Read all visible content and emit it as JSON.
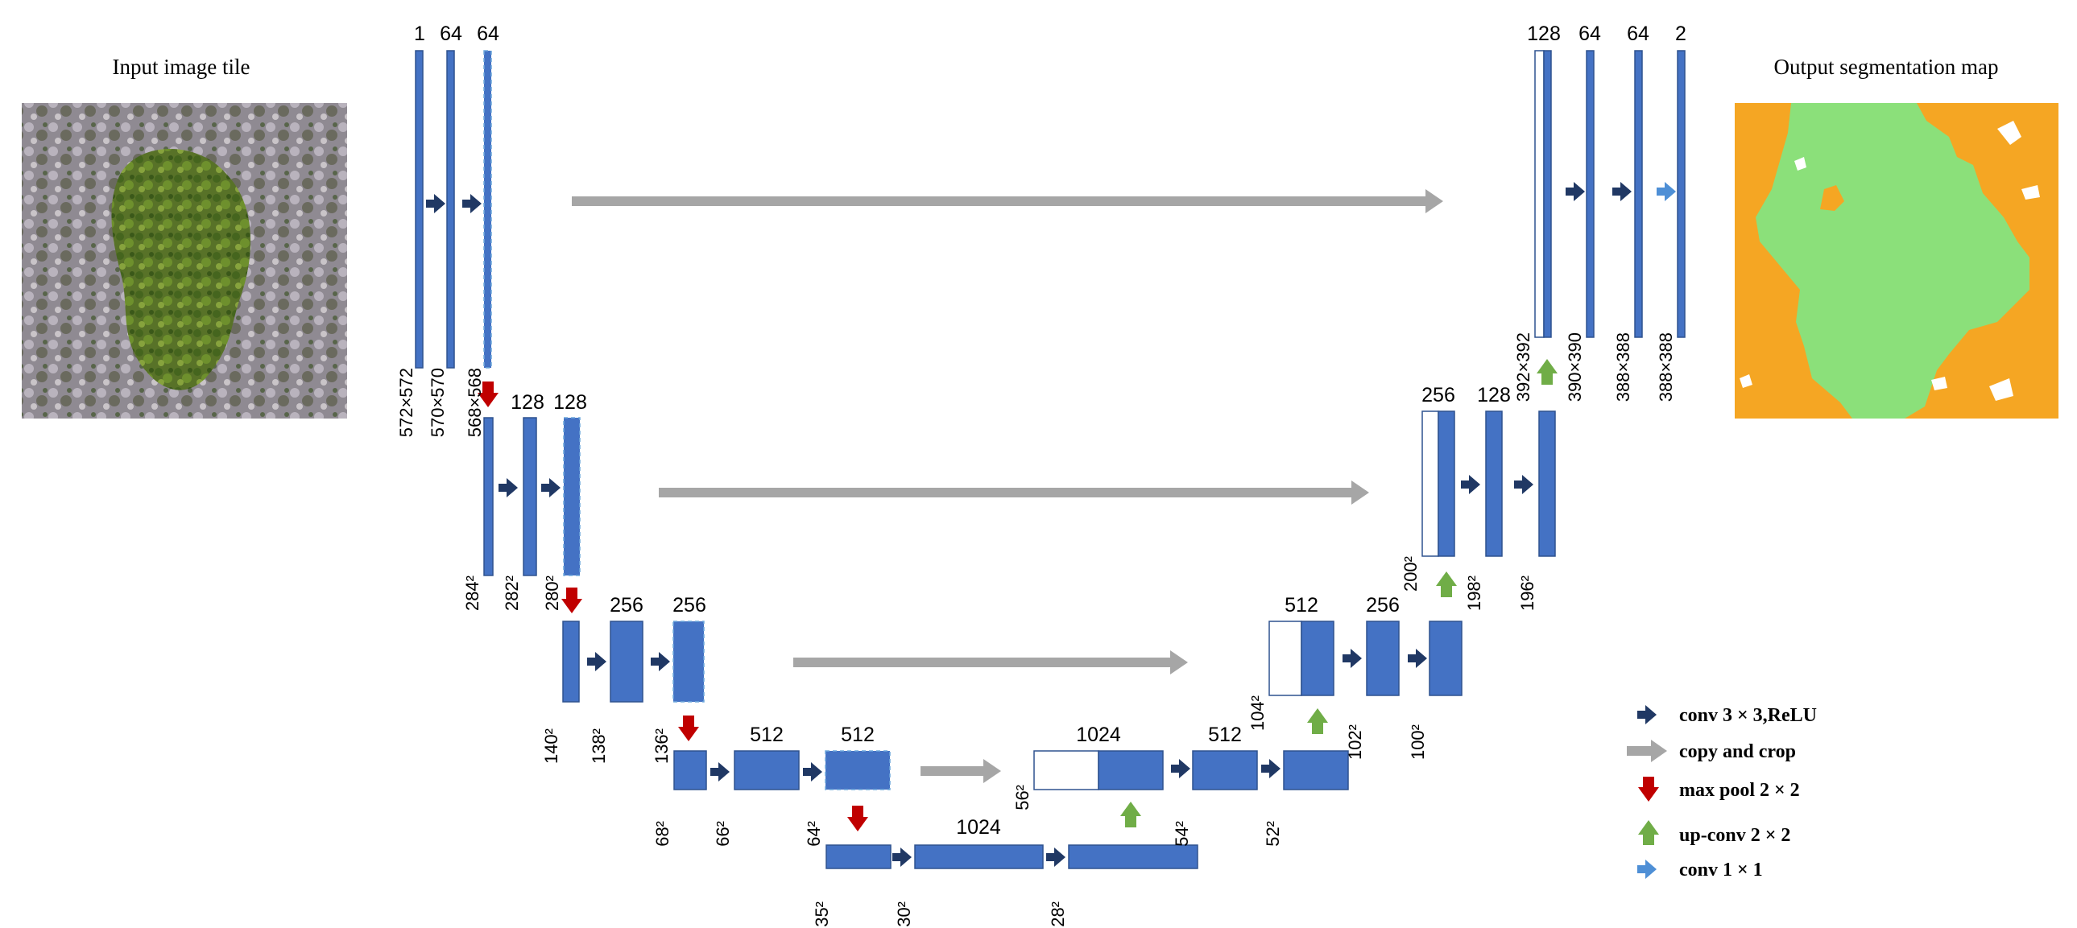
{
  "input_title": "Input image tile",
  "output_title": "Output segmentation map",
  "colors": {
    "block": "#4472C4",
    "block_stroke": "#2F528F",
    "conv": "#203864",
    "copy": "#A6A6A6",
    "pool": "#C00000",
    "upconv": "#70AD47",
    "conv1": "#4E8FD6",
    "seg_bg": "#F5A623",
    "seg_fg": "#8BE07A"
  },
  "top_labels": {
    "l1": "1",
    "l2": "64",
    "l3": "64",
    "l4": "128",
    "l5": "128",
    "l6": "256",
    "l7": "256",
    "l8": "512",
    "l9": "512",
    "l10": "1024",
    "l11": "1024",
    "l12": "512",
    "l13": "512",
    "l14": "256",
    "l15": "256",
    "l16": "128",
    "l17": "128",
    "l18": "64",
    "l19": "64",
    "l20": "2"
  },
  "dims": {
    "d1": "572×572",
    "d2": "570×570",
    "d3": "568×568",
    "d4": "284²",
    "d5": "282²",
    "d6": "280²",
    "d7": "140²",
    "d8": "138²",
    "d9": "136²",
    "d10": "68²",
    "d11": "66²",
    "d12": "64²",
    "d13": "35²",
    "d14": "30²",
    "d15": "28²",
    "d16": "56²",
    "d17": "54²",
    "d18": "52²",
    "d19": "104²",
    "d20": "102²",
    "d21": "100²",
    "d22": "200²",
    "d23": "198²",
    "d24": "196²",
    "d25": "392×392",
    "d26": "390×390",
    "d27": "388×388",
    "d28": "388×388"
  },
  "legend": {
    "conv": "conv 3 × 3,ReLU",
    "copy": "copy and crop",
    "pool": "max pool 2 × 2",
    "upconv": "up-conv 2 × 2",
    "conv1": "conv 1 × 1"
  }
}
